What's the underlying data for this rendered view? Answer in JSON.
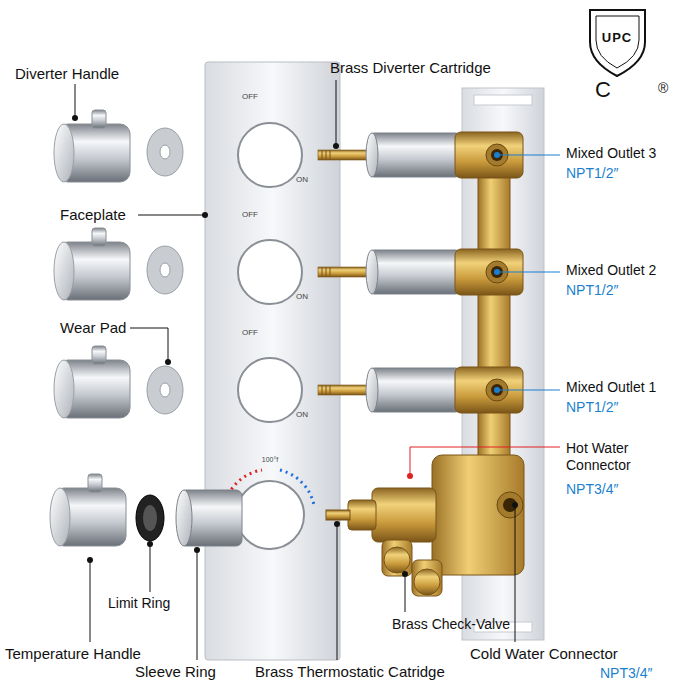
{
  "diagram": {
    "labels": [
      "UPC",
      "C",
      "®",
      "Diverter Handle",
      "Brass Diverter Cartridge",
      "OFF",
      "ON",
      "Mixed Outlet 3",
      "NPT1/2″",
      "Faceplate",
      "OFF",
      "ON",
      "Mixed Outlet 2",
      "NPT1/2″",
      "Wear Pad",
      "OFF",
      "ON",
      "Mixed Outlet 1",
      "NPT1/2″",
      "100°f",
      "Hot Water Connector",
      "NPT3/4″",
      "Limit Ring",
      "Brass Check-Valve",
      "Temperature Handle",
      "Cold Water Connector",
      "NPT3/4″",
      "Sleeve Ring",
      "Brass Thermostatic Catridge"
    ]
  }
}
